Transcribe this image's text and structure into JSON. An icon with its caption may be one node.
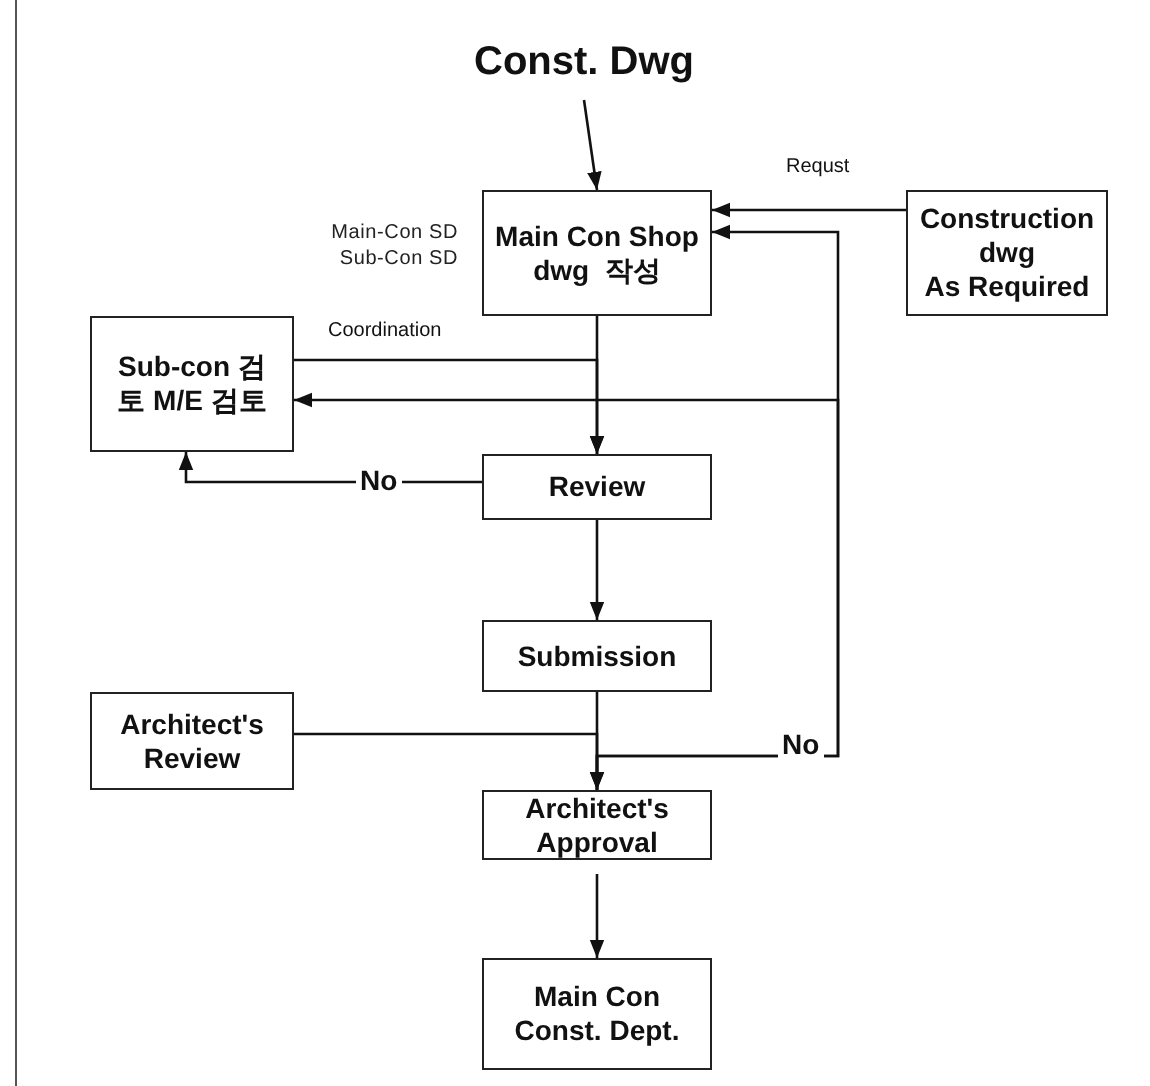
{
  "diagram": {
    "nodes": [
      {
        "text": [
          "Const. Dwg"
        ]
      },
      {
        "text": [
          "Main Con Shop dwg  작성"
        ],
        "beside": [
          "Main-Con SD",
          "Sub-Con SD"
        ]
      },
      {
        "text": [
          "Construction dwg As Required"
        ]
      },
      {
        "text": [
          "Sub-con 검토 M/E 검토"
        ]
      },
      {
        "text": [
          "Review"
        ]
      },
      {
        "text": [
          "Submission"
        ]
      },
      {
        "text": [
          "Architect's Review"
        ]
      },
      {
        "text": [
          "Architect's Approval"
        ]
      },
      {
        "text": [
          "Main Con Const. Dept."
        ]
      }
    ],
    "edges": [
      {
        "from": 0,
        "to": 1,
        "arrow": "to"
      },
      {
        "from": 2,
        "to": 1,
        "arrow": "to",
        "label": "Requst"
      },
      {
        "from": 1,
        "to": 4,
        "arrow": "to"
      },
      {
        "from": 3,
        "to": 4,
        "arrow": "to",
        "label": "Coordination"
      },
      {
        "from": 4,
        "to": 3,
        "arrow": "to",
        "label": "No"
      },
      {
        "from": 4,
        "to": 5,
        "arrow": "to"
      },
      {
        "from": 5,
        "to": 7,
        "arrow": "to"
      },
      {
        "from": 6,
        "to": 7,
        "arrow": "to"
      },
      {
        "from": 7,
        "to": 1,
        "arrow": "to",
        "label": "No"
      },
      {
        "from": 7,
        "to": 3,
        "arrow": "to"
      },
      {
        "from": 7,
        "to": 8,
        "arrow": "to"
      }
    ]
  }
}
